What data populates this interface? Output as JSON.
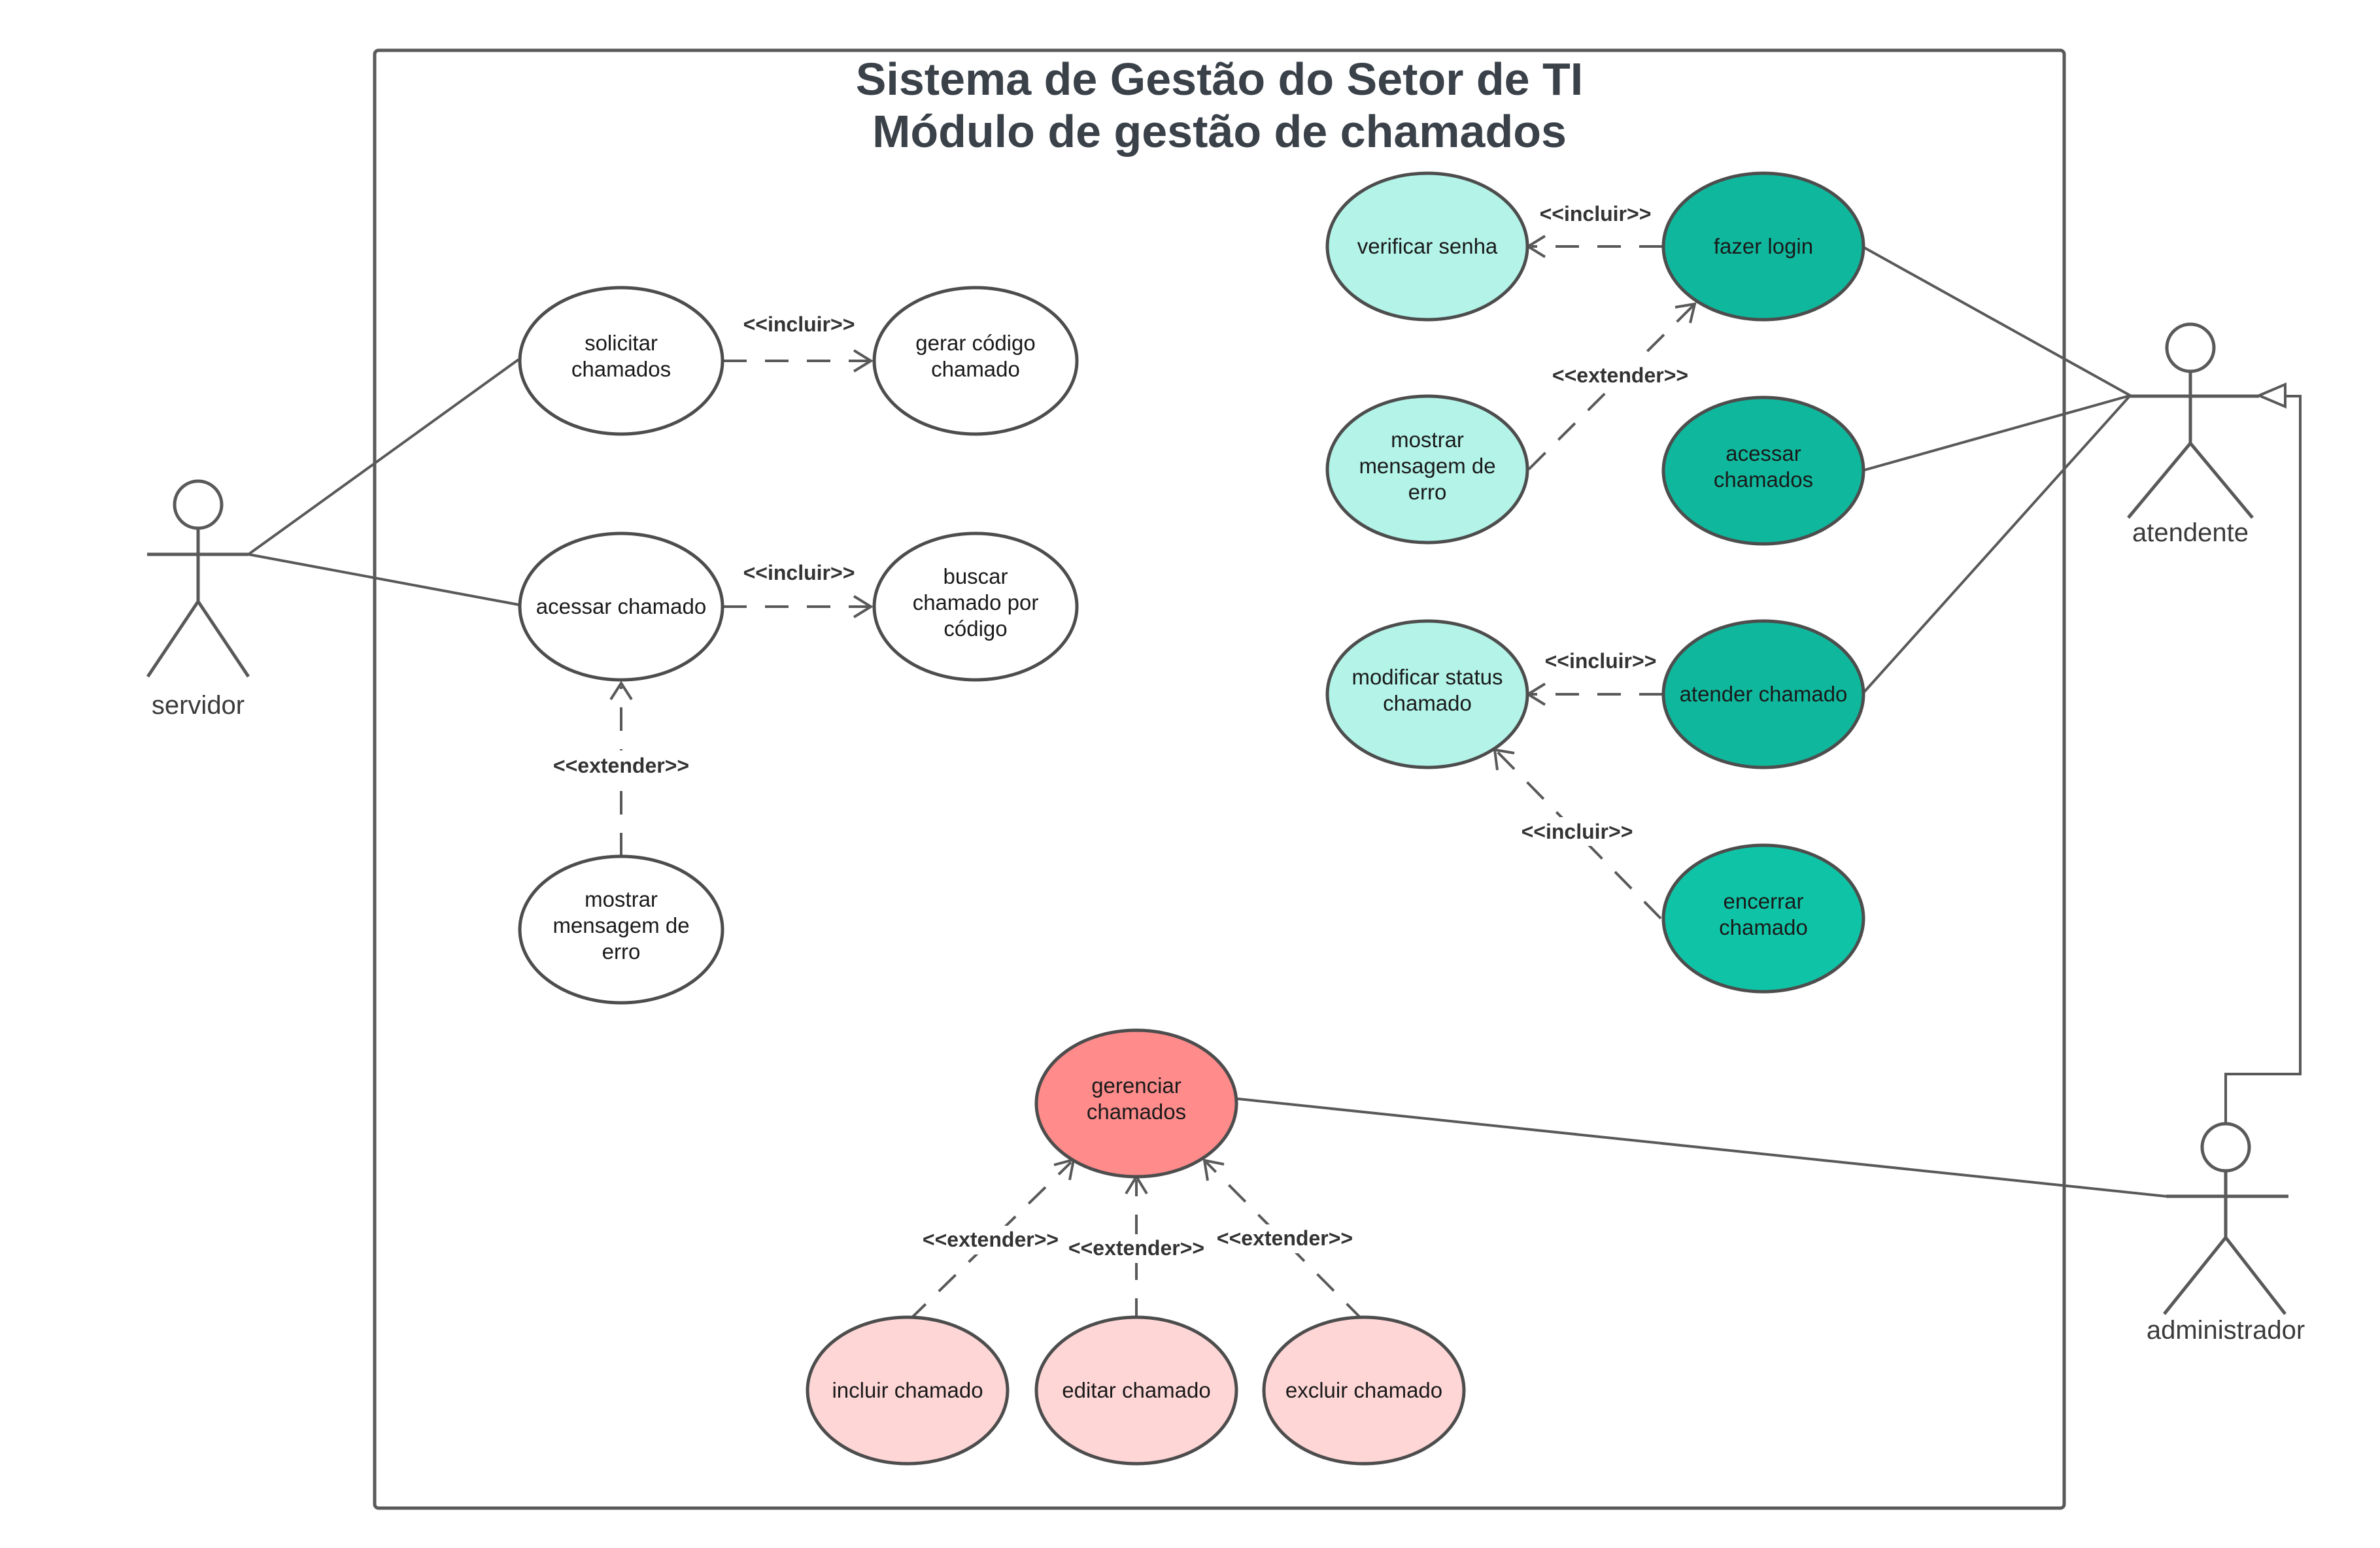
{
  "diagram": {
    "title_line1": "Sistema de Gestão do Setor de TI",
    "title_line2": "Módulo de gestão de chamados",
    "colors": {
      "white": "#ffffff",
      "light_teal": "#b3f3e8",
      "dark_teal": "#0fb89d",
      "teal": "#0fc4a6",
      "red": "#ff8b8b",
      "light_red": "#ffd6d6",
      "line": "#595959"
    },
    "actors": {
      "servidor": "servidor",
      "atendente": "atendente",
      "administrador": "administrador"
    },
    "use_cases": {
      "solicitar": [
        "solicitar",
        "chamados"
      ],
      "gerar_codigo": [
        "gerar código",
        "chamado"
      ],
      "acessar_chamado": [
        "acessar chamado"
      ],
      "buscar_chamado": [
        "buscar",
        "chamado por",
        "código"
      ],
      "mostrar_erro_servidor": [
        "mostrar",
        "mensagem de",
        "erro"
      ],
      "verificar_senha": [
        "verificar senha"
      ],
      "fazer_login": [
        "fazer login"
      ],
      "mostrar_erro_atendente": [
        "mostrar",
        "mensagem de",
        "erro"
      ],
      "acessar_chamados": [
        "acessar",
        "chamados"
      ],
      "modificar_status": [
        "modificar status",
        "chamado"
      ],
      "atender_chamado": [
        "atender chamado"
      ],
      "encerrar_chamado": [
        "encerrar",
        "chamado"
      ],
      "gerenciar_chamados": [
        "gerenciar",
        "chamados"
      ],
      "incluir_chamado": [
        "incluir chamado"
      ],
      "editar_chamado": [
        "editar chamado"
      ],
      "excluir_chamado": [
        "excluir chamado"
      ]
    },
    "stereotypes": {
      "include": "<<incluir>>",
      "extend": "<<extender>>"
    }
  }
}
